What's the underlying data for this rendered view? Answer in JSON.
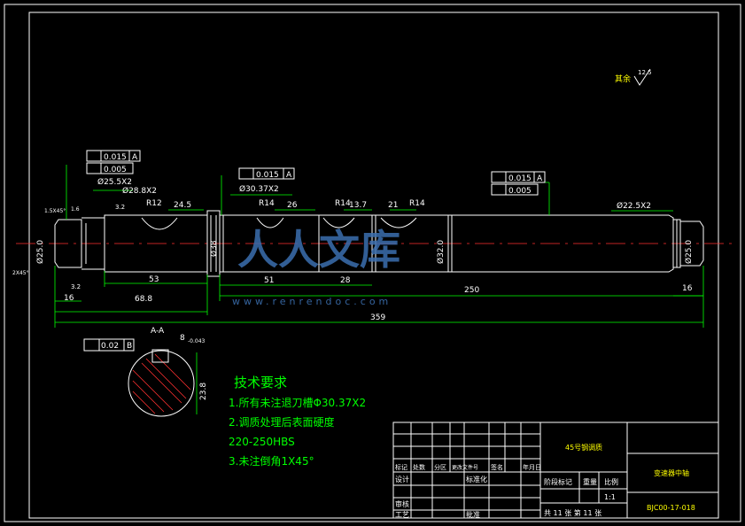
{
  "drawing": {
    "roughness_note": "其余",
    "roughness_value": "12.5",
    "tolerance_frames": [
      {
        "value": "0.015",
        "datum": "A"
      },
      {
        "value": "0.005"
      },
      {
        "value": "0.015",
        "datum": "A"
      },
      {
        "value": "0.015",
        "datum": "A"
      },
      {
        "value": "0.005"
      }
    ],
    "dimensions": {
      "d_25_5x2": "Ø25.5X2",
      "d_28_8x2": "Ø28.8X2",
      "d_30_37x2": "Ø30.37X2",
      "d_22_5x2": "Ø22.5X2",
      "r12": "R12",
      "r14a": "R14",
      "r14b": "R14",
      "r14c": "R14",
      "len_24_5": "24.5",
      "len_26": "26",
      "len_13_7": "13.7",
      "len_21": "21",
      "len_53": "53",
      "len_68_8": "68.8",
      "len_51": "51",
      "len_28": "28",
      "len_250": "250",
      "len_16a": "16",
      "len_16b": "16",
      "len_359": "359",
      "dia_38": "Ø38",
      "dia_32": "Ø32.0",
      "dia_25_left": "Ø25.0",
      "dia_25_right": "Ø25.0",
      "chamfer_top": "1.5X45°",
      "chamfer_left": "2X45°",
      "r3_2": "3.2",
      "r3_2b": "3.2",
      "r1_6": "1.6"
    },
    "section": {
      "label": "A-A",
      "tol_value": "0.02",
      "tol_datum": "B",
      "keyway_width": "8",
      "keyway_tol": "-0.043",
      "depth": "23.8"
    },
    "tech_requirements": {
      "title": "技术要求",
      "items": [
        "1.所有未注退刀槽Φ30.37X2",
        "2.调质处理后表面硬度",
        "220-250HBS",
        "3.未注倒角1X45°"
      ]
    },
    "title_block": {
      "material": "45号钢调质",
      "part_name": "变速器中轴",
      "drawing_no": "BJC00-17-018",
      "scale_label": "比例",
      "scale": "1:1",
      "weight_label": "重量",
      "stage_label": "阶段标记",
      "sheet_info": "共 11 张   第 11 张",
      "rows": [
        "标记",
        "处数",
        "分区",
        "更改文件号",
        "签名",
        "年月日"
      ],
      "design": "设计",
      "standardize": "标准化",
      "check": "审核",
      "process": "工艺",
      "approve": "批准"
    },
    "watermark": {
      "text": "人人文库",
      "url": "www.renrendoc.com"
    }
  }
}
